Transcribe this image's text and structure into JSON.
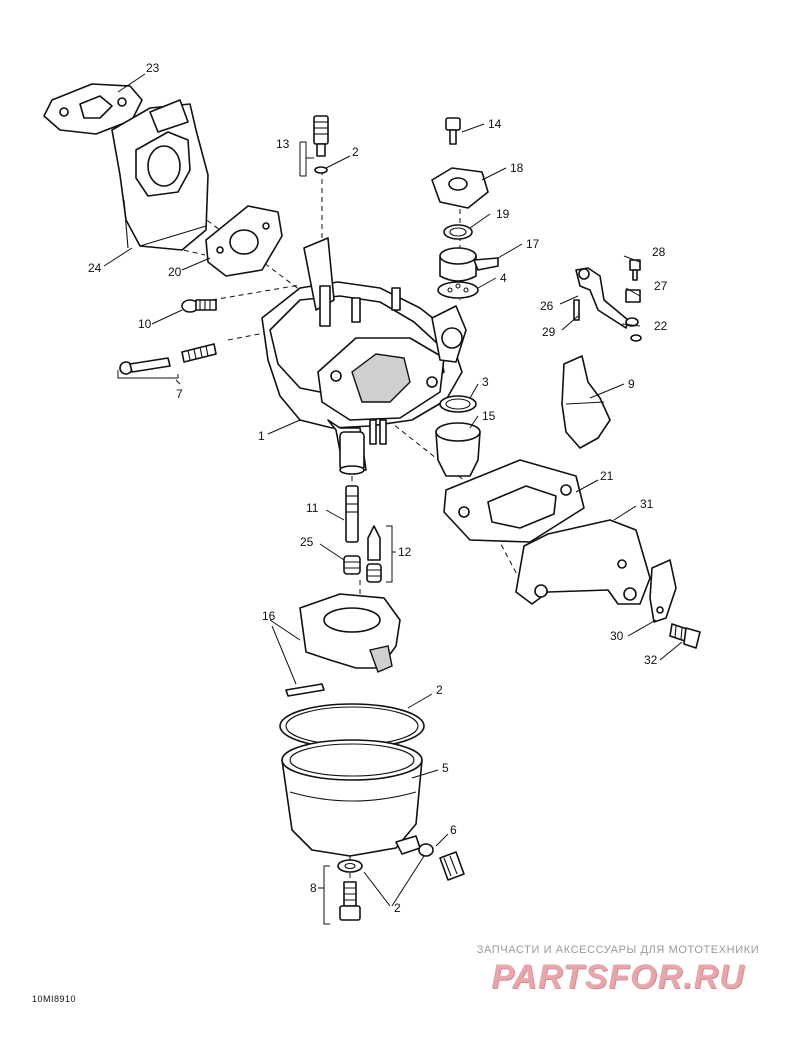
{
  "diagram": {
    "callouts": {
      "c1": "1",
      "c2a": "2",
      "c2b": "2",
      "c2c": "2",
      "c3": "3",
      "c4": "4",
      "c5": "5",
      "c6": "6",
      "c7": "7",
      "c8": "8",
      "c9": "9",
      "c10": "10",
      "c11": "11",
      "c12": "12",
      "c13": "13",
      "c14": "14",
      "c15": "15",
      "c16": "16",
      "c17": "17",
      "c18": "18",
      "c19": "19",
      "c20": "20",
      "c21": "21",
      "c22": "22",
      "c23": "23",
      "c24": "24",
      "c25": "25",
      "c26": "26",
      "c27": "27",
      "c28": "28",
      "c29": "29",
      "c30": "30",
      "c31": "31",
      "c32": "32"
    },
    "figure_code": "10MI8910"
  },
  "watermark": {
    "tagline": "ЗАПЧАСТИ И АКСЕССУАРЫ ДЛЯ МОТОТЕХНИКИ",
    "logo": "PARTSFOR.RU"
  },
  "colors": {
    "line": "#111111",
    "watermark_logo": "#e6a7ac",
    "watermark_text": "#9a9a9a"
  }
}
